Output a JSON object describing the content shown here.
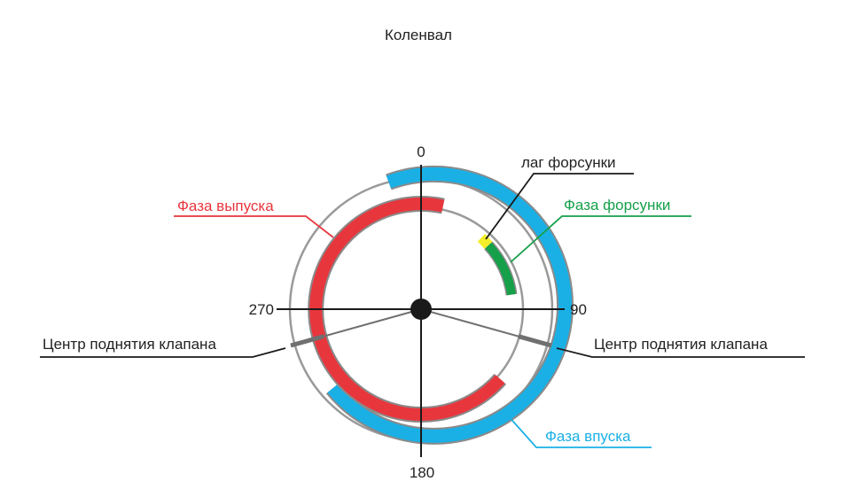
{
  "title": "Коленвал",
  "angles": {
    "top": "0",
    "right": "90",
    "bottom": "180",
    "left": "270"
  },
  "labels": {
    "injector_lag": "лаг форсунки",
    "injector_phase": "Фаза форсунки",
    "exhaust_phase": "Фаза выпуска",
    "intake_phase": "Фаза впуска",
    "valve_lift_center_left": "Центр поднятия клапана",
    "valve_lift_center_right": "Центр поднятия клапана"
  },
  "colors": {
    "intake": "#1ab0e6",
    "exhaust": "#e8363d",
    "injector": "#16a04a",
    "injector_lag": "#f4ee2a",
    "ring": "#9a9a9a",
    "axis": "#1a1a1a",
    "center_line": "#707070"
  }
}
